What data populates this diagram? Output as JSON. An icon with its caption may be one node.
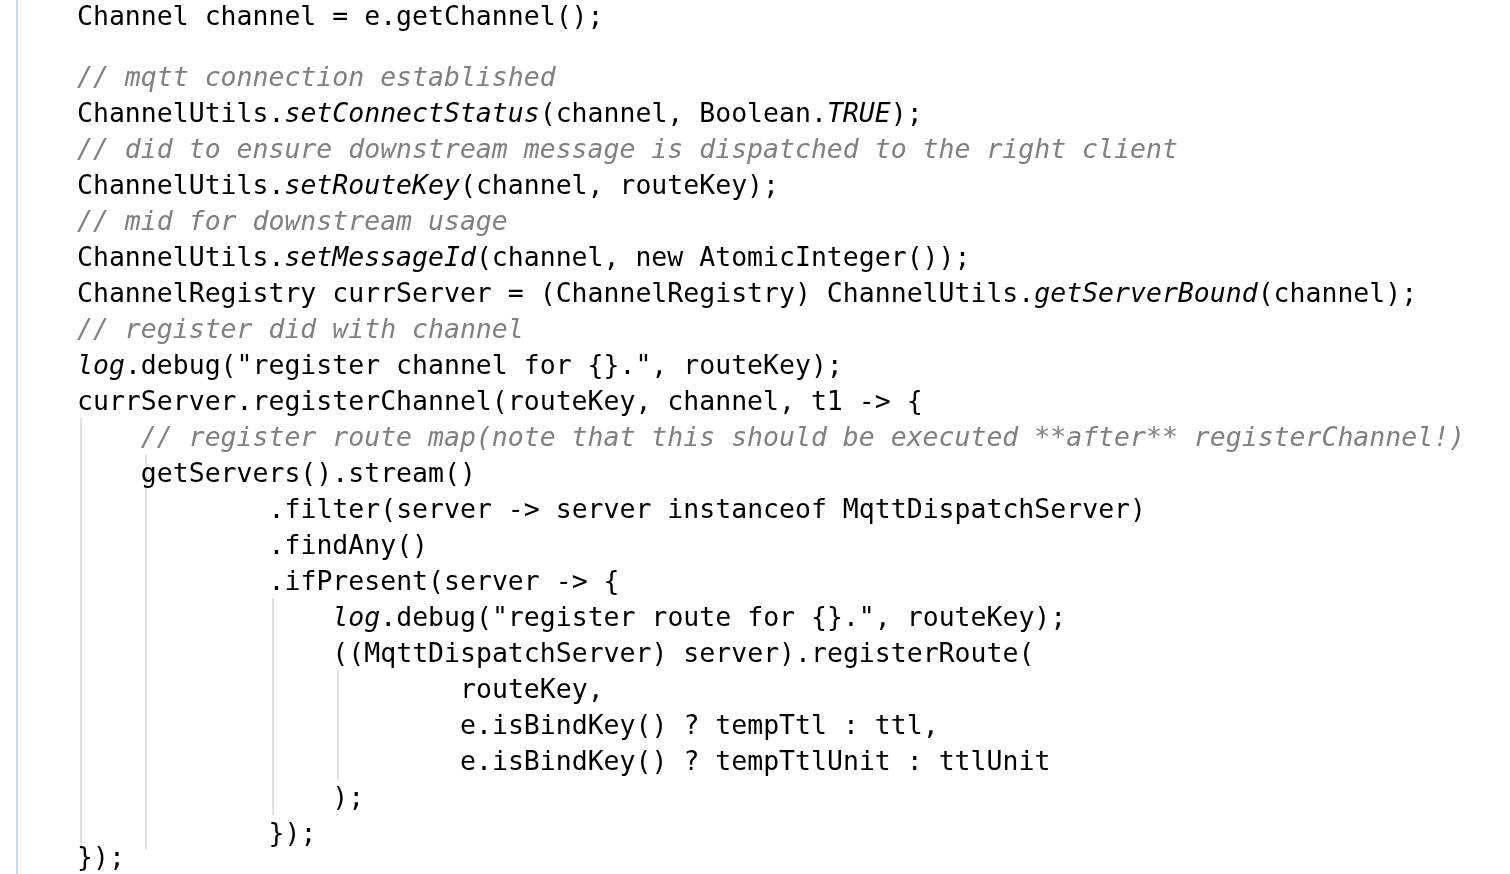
{
  "diagram": {
    "labels": [
      "Channel channel = e.getChannel();",
      "// mqtt connection established",
      "ChannelUtils.*setConnectStatus*(channel, Boolean.*TRUE*);",
      "// did to ensure downstream message is dispatched to the right client",
      "ChannelUtils.*setRouteKey*(channel, routeKey);",
      "// mid for downstream usage",
      "ChannelUtils.*setMessageId*(channel, new AtomicInteger());",
      "ChannelRegistry currServer = (ChannelRegistry) ChannelUtils.*getServerBound*(channel);",
      "// register did with channel",
      "*log*.debug(\"register channel for {}.\", routeKey);",
      "currServer.registerChannel(routeKey, channel, t1 -> {",
      "// register route map(note that this should be executed **after** registerChannel!)",
      "getServers().stream()",
      ".filter(server -> server instanceof MqttDispatchServer)",
      ".findAny()",
      ".ifPresent(server -> {",
      "*log*.debug(\"register route for {}.\", routeKey);",
      "((MqttDispatchServer) server).registerRoute(",
      "routeKey,",
      "e.isBindKey() ? tempTtl : ttl,",
      "e.isBindKey() ? tempTtlUnit : ttlUnit",
      ");",
      "});",
      "});"
    ]
  }
}
